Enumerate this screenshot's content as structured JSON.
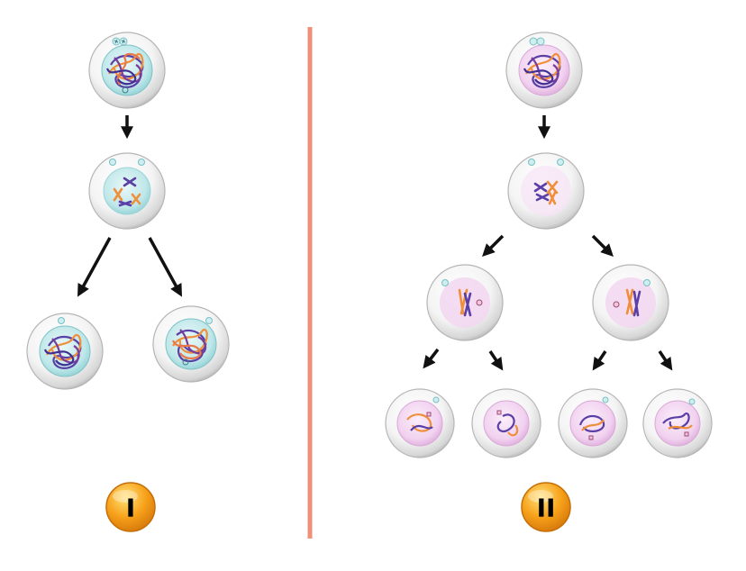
{
  "panels": [
    {
      "id": "mitosis",
      "badge": "I"
    },
    {
      "id": "meiosis",
      "badge": "II"
    }
  ],
  "colors": {
    "divider": "#f0907a",
    "arrow": "#111111",
    "cell_outline": "#b9b9b9",
    "nucleus_mitosis": "#a9d9dc",
    "nucleus_meiosis": "#efc9ec",
    "chromosome_a": "#5a3fa6",
    "chromosome_b": "#f08f3a",
    "badge_fill": "#f7a11a",
    "badge_text": "#000000"
  },
  "icons": [
    "centrosome-icon",
    "chromosome-icon",
    "arrow-icon",
    "badge-icon"
  ]
}
